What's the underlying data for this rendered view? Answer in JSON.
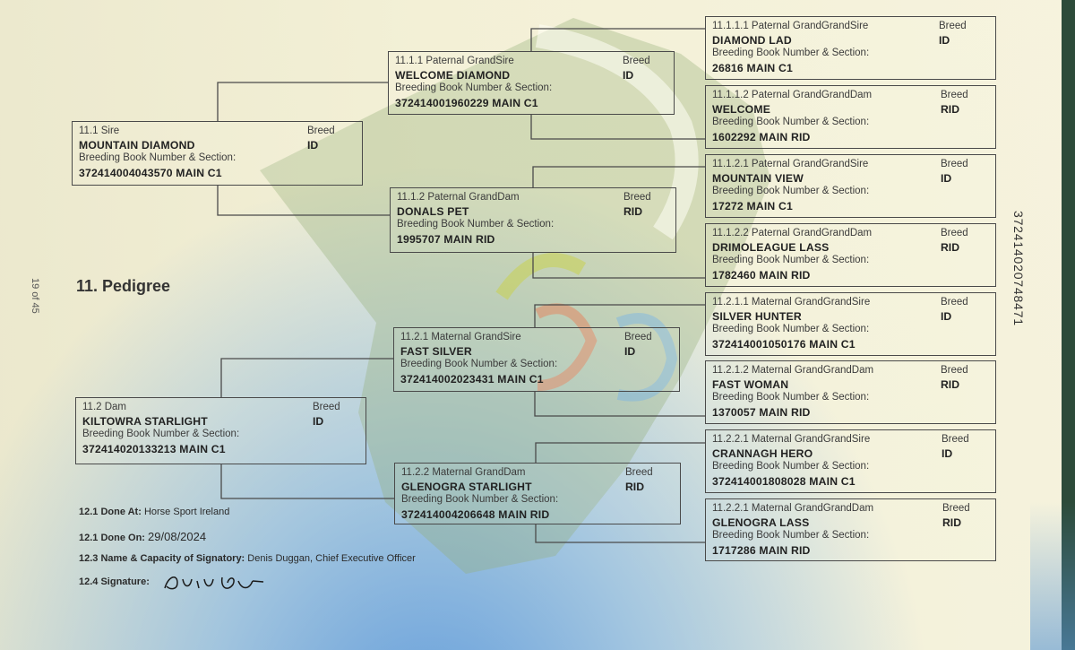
{
  "page": {
    "page_number": "19 of 45",
    "vertical_id": "372414020748471",
    "section_title": "11. Pedigree"
  },
  "pedigree": {
    "sire": {
      "label": "11.1 Sire",
      "name": "MOUNTAIN DIAMOND",
      "book_label": "Breeding Book Number & Section:",
      "book_number": "372414004043570 MAIN C1",
      "breed_label": "Breed",
      "breed": "ID"
    },
    "dam": {
      "label": "11.2 Dam",
      "name": "KILTOWRA STARLIGHT",
      "book_label": "Breeding Book Number & Section:",
      "book_number": "372414020133213 MAIN C1",
      "breed_label": "Breed",
      "breed": "ID"
    },
    "pgs": {
      "label": "11.1.1 Paternal GrandSire",
      "name": "WELCOME DIAMOND",
      "book_label": "Breeding Book Number & Section:",
      "book_number": "372414001960229 MAIN C1",
      "breed_label": "Breed",
      "breed": "ID"
    },
    "pgd": {
      "label": "11.1.2 Paternal GrandDam",
      "name": "DONALS PET",
      "book_label": "Breeding Book Number & Section:",
      "book_number": "1995707 MAIN RID",
      "breed_label": "Breed",
      "breed": "RID"
    },
    "mgs": {
      "label": "11.2.1 Maternal GrandSire",
      "name": "FAST SILVER",
      "book_label": "Breeding Book Number & Section:",
      "book_number": "372414002023431 MAIN C1",
      "breed_label": "Breed",
      "breed": "ID"
    },
    "mgd": {
      "label": "11.2.2 Maternal GrandDam",
      "name": "GLENOGRA STARLIGHT",
      "book_label": "Breeding Book Number & Section:",
      "book_number": "372414004206648 MAIN RID",
      "breed_label": "Breed",
      "breed": "RID"
    },
    "g1": {
      "label": "11.1.1.1 Paternal GrandGrandSire",
      "name": "DIAMOND LAD",
      "book_label": "Breeding Book Number & Section:",
      "book_number": "26816 MAIN C1",
      "breed_label": "Breed",
      "breed": "ID"
    },
    "g2": {
      "label": "11.1.1.2 Paternal GrandGrandDam",
      "name": "WELCOME",
      "book_label": "Breeding Book Number & Section:",
      "book_number": "1602292 MAIN RID",
      "breed_label": "Breed",
      "breed": "RID"
    },
    "g3": {
      "label": "11.1.2.1 Paternal GrandGrandSire",
      "name": "MOUNTAIN VIEW",
      "book_label": "Breeding Book Number & Section:",
      "book_number": "17272 MAIN C1",
      "breed_label": "Breed",
      "breed": "ID"
    },
    "g4": {
      "label": "11.1.2.2 Paternal GrandGrandDam",
      "name": "DRIMOLEAGUE LASS",
      "book_label": "Breeding Book Number & Section:",
      "book_number": "1782460 MAIN RID",
      "breed_label": "Breed",
      "breed": "RID"
    },
    "g5": {
      "label": "11.2.1.1 Maternal GrandGrandSire",
      "name": "SILVER HUNTER",
      "book_label": "Breeding Book Number & Section:",
      "book_number": "372414001050176 MAIN C1",
      "breed_label": "Breed",
      "breed": "ID"
    },
    "g6": {
      "label": "11.2.1.2 Maternal GrandGrandDam",
      "name": "FAST WOMAN",
      "book_label": "Breeding Book Number & Section:",
      "book_number": "1370057 MAIN RID",
      "breed_label": "Breed",
      "breed": "RID"
    },
    "g7": {
      "label": "11.2.2.1 Maternal GrandGrandSire",
      "name": "CRANNAGH HERO",
      "book_label": "Breeding Book Number & Section:",
      "book_number": "372414001808028 MAIN C1",
      "breed_label": "Breed",
      "breed": "ID"
    },
    "g8": {
      "label": "11.2.2.1 Maternal GrandGrandDam",
      "name": "GLENOGRA LASS",
      "book_label": "Breeding Book Number & Section:",
      "book_number": "1717286 MAIN RID",
      "breed_label": "Breed",
      "breed": "RID"
    }
  },
  "footer": {
    "done_at_label": "12.1 Done At:",
    "done_at": "Horse Sport Ireland",
    "done_on_label": "12.1 Done On:",
    "done_on": "29/08/2024",
    "signatory_label": "12.3 Name & Capacity of Signatory:",
    "signatory": "Denis Duggan, Chief Executive Officer",
    "signature_label": "12.4 Signature:",
    "signature_text": "Denis Duggan"
  }
}
